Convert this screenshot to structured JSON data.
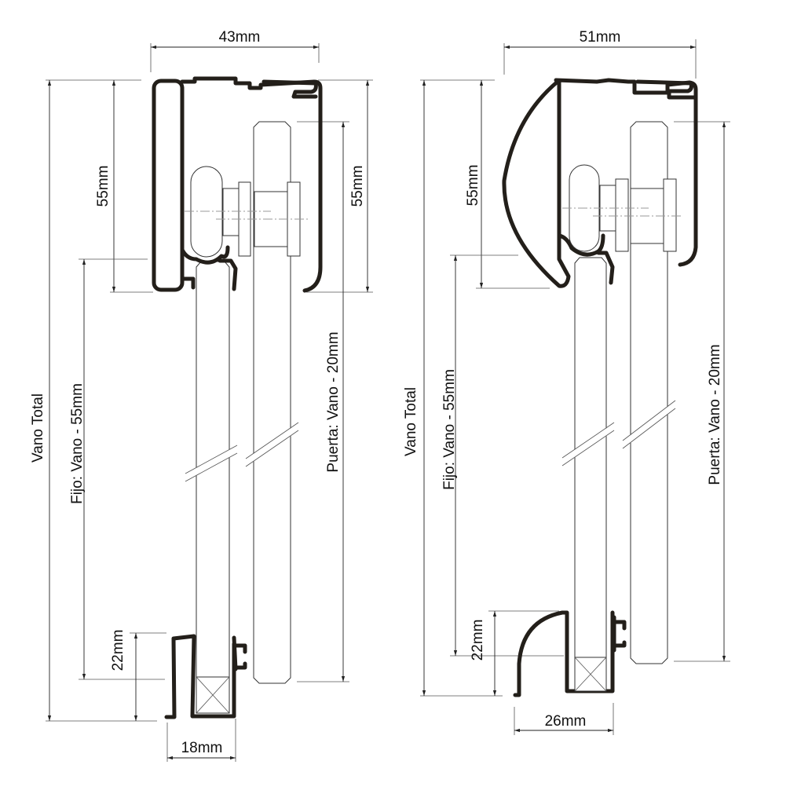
{
  "left_system": {
    "width_label": "43mm",
    "total_label": "Vano Total",
    "top_left_label": "55mm",
    "top_right_label": "55mm",
    "fixed_label": "Fijo: Vano - 55mm",
    "door_label": "Puerta: Vano - 20mm",
    "bottom_height_label": "22mm",
    "bottom_width_label": "18mm"
  },
  "right_system": {
    "width_label": "51mm",
    "total_label": "Vano Total",
    "top_left_label": "55mm",
    "fixed_label": "Fijo: Vano - 55mm",
    "door_label": "Puerta: Vano - 20mm",
    "bottom_height_label": "22mm",
    "bottom_width_label": "26mm"
  }
}
